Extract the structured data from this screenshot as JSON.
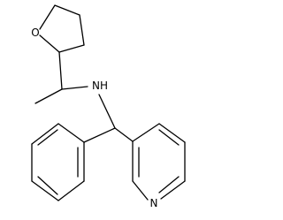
{
  "molecule": {
    "atoms": {
      "oxygen": "O",
      "amine": "NH",
      "pyridine_nitrogen": "N"
    },
    "colors": {
      "bond": "#000000",
      "label": "#000000",
      "background": "#ffffff"
    }
  }
}
